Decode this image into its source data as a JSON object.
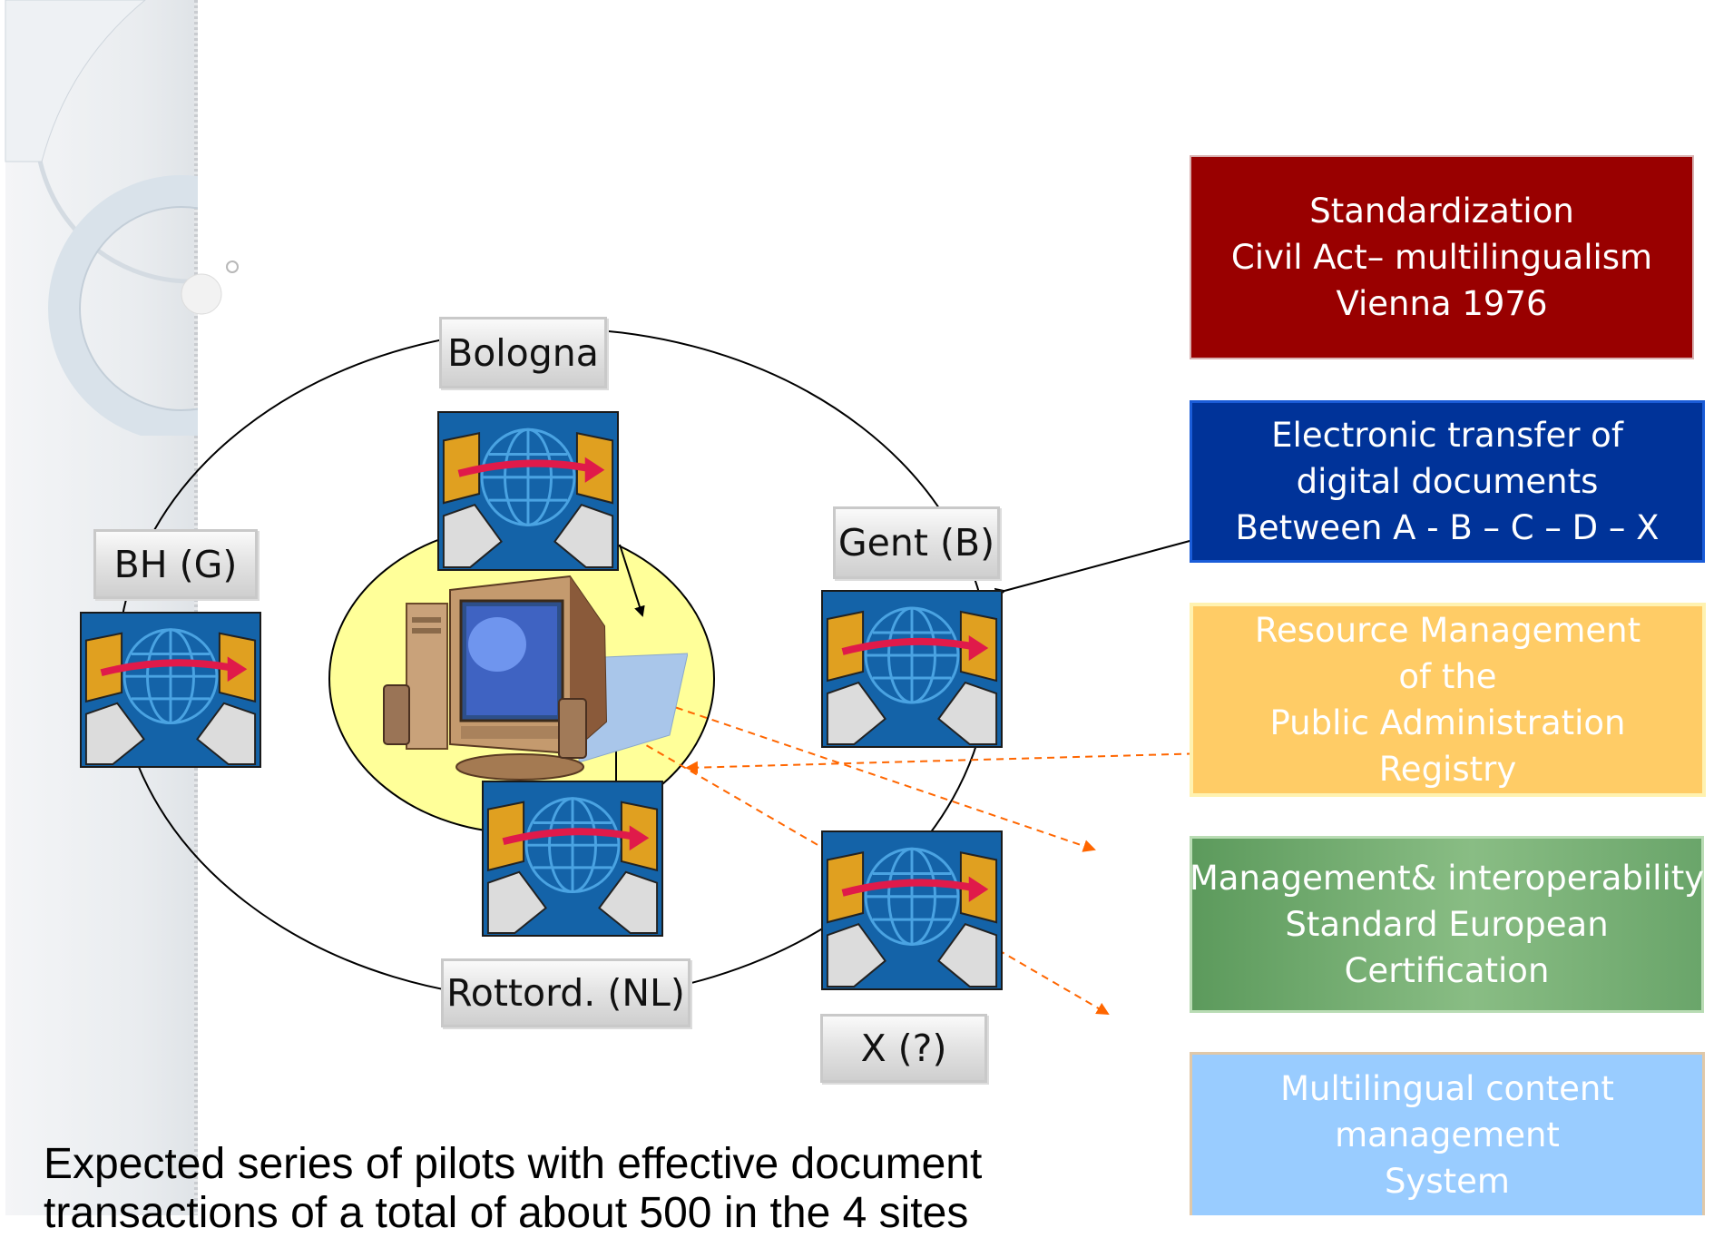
{
  "nodes": {
    "bologna": "Bologna",
    "bh": "BH (G)",
    "gent": "Gent (B)",
    "rottord": "Rottord. (NL)",
    "x": "X (?)"
  },
  "boxes": [
    {
      "lines": [
        "Standardization",
        "Civil Act– multilingualism",
        "Vienna 1976"
      ],
      "color": "#990000"
    },
    {
      "lines": [
        "Electronic transfer of",
        "digital documents",
        "Between A - B – C – D – X"
      ],
      "color": "#003399"
    },
    {
      "lines": [
        "Resource Management",
        "of the",
        "Public Administration",
        "Registry"
      ],
      "color": "#ffcc66"
    },
    {
      "lines": [
        "Management& interoperability",
        "Standard European",
        "Certification"
      ],
      "color": "#6aa56a"
    },
    {
      "lines": [
        "Multilingual content",
        "management",
        "System"
      ],
      "color": "#99ccff"
    }
  ],
  "footer": {
    "line1": "Expected series of pilots with effective document",
    "line2": "transactions of a total of about 500 in the 4 sites"
  },
  "colors": {
    "solid_arrow": "#000000",
    "dashed_arrow": "#ff6600",
    "center_disc": "#ffff99"
  },
  "icons": [
    "network-transfer-icon",
    "desktop-computer-icon"
  ]
}
